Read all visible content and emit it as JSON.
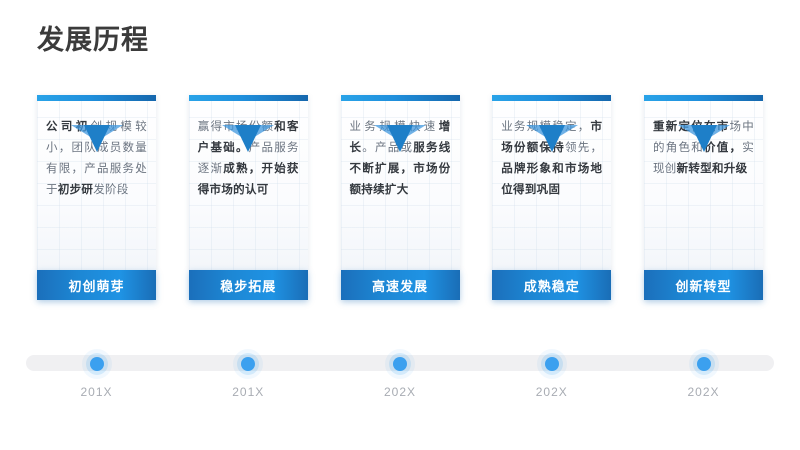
{
  "page": {
    "title": "发展历程",
    "background_color": "#ffffff",
    "accent_color": "#1f8fdc",
    "dot_color": "#3ba0ef",
    "axis_color": "#f0f0f2"
  },
  "timeline": {
    "stages": [
      {
        "label": "初创萌芽",
        "year": "201X",
        "description": "公司初创规模较小，团队成员数量有限，产品服务处于初步研发阶段",
        "segments": [
          {
            "text": "公司初",
            "bold": true
          },
          {
            "text": "创规模较小，团队成员数量有限，产品服务处于",
            "bold": false
          },
          {
            "text": "初步研",
            "bold": true
          },
          {
            "text": "发阶段",
            "bold": false
          }
        ]
      },
      {
        "label": "稳步拓展",
        "year": "201X",
        "description": "赢得市场份额和客户基础。产品服务逐渐成熟，开始获得市场的认可",
        "segments": [
          {
            "text": "赢得市场份额",
            "bold": false
          },
          {
            "text": "和客户基础。",
            "bold": true
          },
          {
            "text": "产品服务逐渐",
            "bold": false
          },
          {
            "text": "成熟，开始获得市场的认可",
            "bold": true
          }
        ]
      },
      {
        "label": "高速发展",
        "year": "202X",
        "description": "业务规模快速增长。产品或服务线不断扩展，市场份额持续扩大",
        "segments": [
          {
            "text": "业务规模快速",
            "bold": false
          },
          {
            "text": "增长",
            "bold": true
          },
          {
            "text": "。产品或",
            "bold": false
          },
          {
            "text": "服务线不断扩展，市场份额持续扩大",
            "bold": true
          }
        ]
      },
      {
        "label": "成熟稳定",
        "year": "202X",
        "description": "业务规模稳定，市场份额保持领先，品牌形象和市场地位得到巩固",
        "segments": [
          {
            "text": "业务规模稳定，",
            "bold": false
          },
          {
            "text": "市场份额保持",
            "bold": true
          },
          {
            "text": "领先，",
            "bold": false
          },
          {
            "text": "品牌形象和市场地位得到巩固",
            "bold": true
          }
        ]
      },
      {
        "label": "创新转型",
        "year": "202X",
        "description": "重新定位在市场中的角色和价值，实现创新转型和升级",
        "segments": [
          {
            "text": "重新定位在市",
            "bold": true
          },
          {
            "text": "场中的角色和",
            "bold": false
          },
          {
            "text": "价值，",
            "bold": true
          },
          {
            "text": "实现创",
            "bold": false
          },
          {
            "text": "新转型和升级",
            "bold": true
          }
        ]
      }
    ]
  }
}
